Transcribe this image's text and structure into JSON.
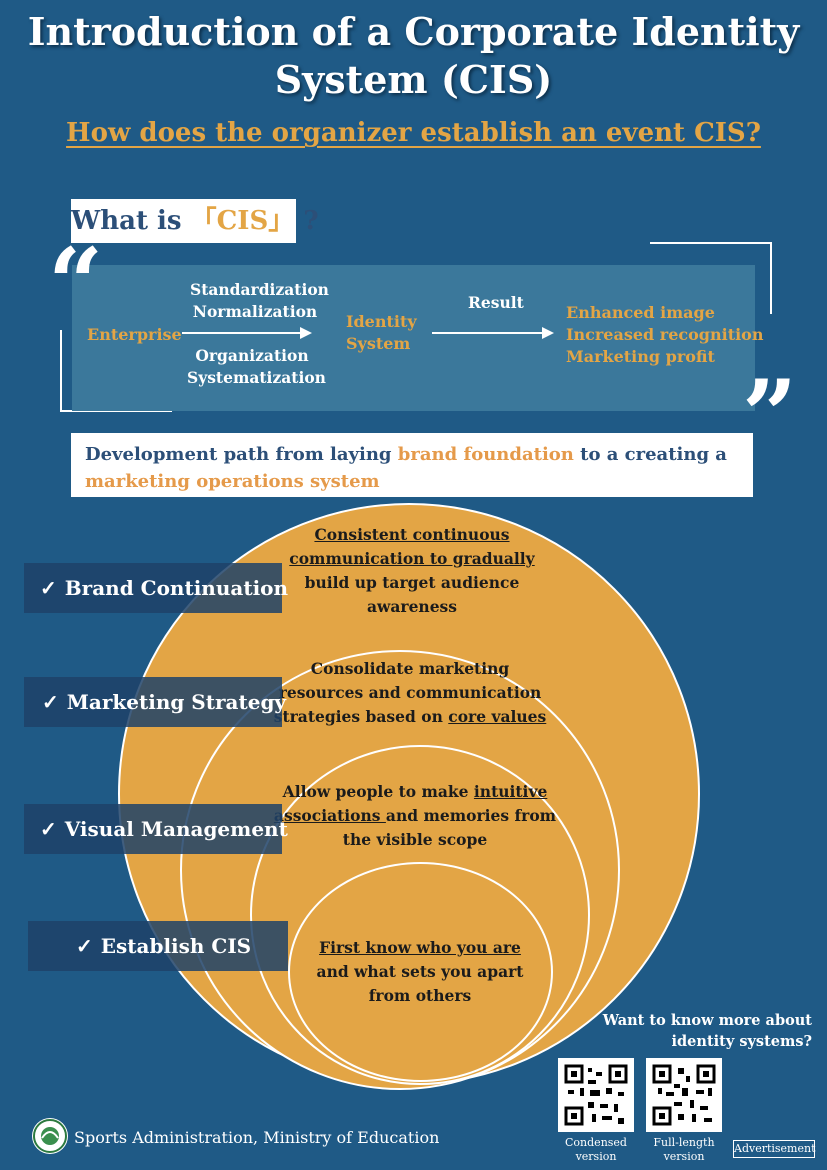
{
  "title": {
    "line1": "Introduction of a Corporate Identity",
    "line2": "System (CIS)"
  },
  "subtitle": "How does the organizer establish an event CIS?",
  "what_is": {
    "prefix": "What is",
    "open_bracket": "「",
    "highlight": "CIS",
    "close_bracket": "」",
    "suffix": "?"
  },
  "flow": {
    "enterprise": "Enterprise",
    "step_top": [
      "Standardization",
      "Normalization"
    ],
    "step_bottom": [
      "Organization",
      "Systematization"
    ],
    "identity": [
      "Identity",
      "System"
    ],
    "result_label": "Result",
    "outcomes": [
      "Enhanced image",
      "Increased recognition",
      "Marketing profit"
    ]
  },
  "development": {
    "part1": "Development path from laying ",
    "highlight1": "brand foundation",
    "part2": " to a creating a",
    "highlight2": "marketing operations system"
  },
  "levels": [
    {
      "label": "Brand Continuation",
      "text": [
        "Consistent continuous",
        "communication to gradually",
        "build up target audience",
        "awareness"
      ]
    },
    {
      "label": "Marketing Strategy",
      "text_a": "Consolidate marketing",
      "text_b": "resources and communication",
      "text_c_pre": "strategies based on ",
      "text_c_ul": "core values"
    },
    {
      "label": "Visual Management",
      "text_a_pre": "Allow people to make ",
      "text_a_ul": "intuitive",
      "text_b_ul": "associations ",
      "text_b_post": "and memories from",
      "text_c": "the visible scope"
    },
    {
      "label": "Establish CIS",
      "text_a_ul": "First know who you are",
      "text_b": "and what sets you apart",
      "text_c": "from others"
    }
  ],
  "check_mark": "✓",
  "more_info": {
    "line1": "Want to know more about",
    "line2": "identity systems?"
  },
  "qr_codes": [
    {
      "caption_1": "Condensed",
      "caption_2": "version"
    },
    {
      "caption_1": "Full-length",
      "caption_2": "version"
    }
  ],
  "advertisement": "Advertisement",
  "footer": "Sports Administration, Ministry of Education",
  "colors": {
    "background": "#1f5a86",
    "accent": "#e3a545",
    "panel": "#3b789b",
    "circle": "#e3a545"
  }
}
